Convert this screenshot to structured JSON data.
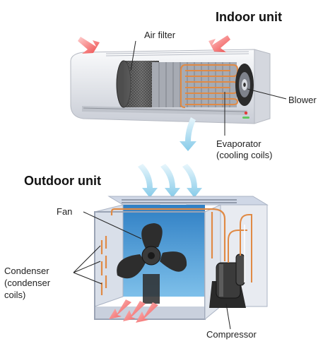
{
  "headings": {
    "indoor": "Indoor unit",
    "outdoor": "Outdoor unit"
  },
  "labels": {
    "air_filter": "Air filter",
    "blower": "Blower",
    "evaporator_1": "Evaporator",
    "evaporator_2": "(cooling coils)",
    "fan": "Fan",
    "condenser_1": "Condenser",
    "condenser_2": "(condenser",
    "condenser_3": "coils)",
    "compressor": "Compressor"
  },
  "colors": {
    "warm_air": "#f06a6a",
    "cool_air": "#9fd6ee",
    "copper": "#e08a45",
    "housing": "#e6e8ee",
    "box_blue": "#3b8fd0"
  }
}
